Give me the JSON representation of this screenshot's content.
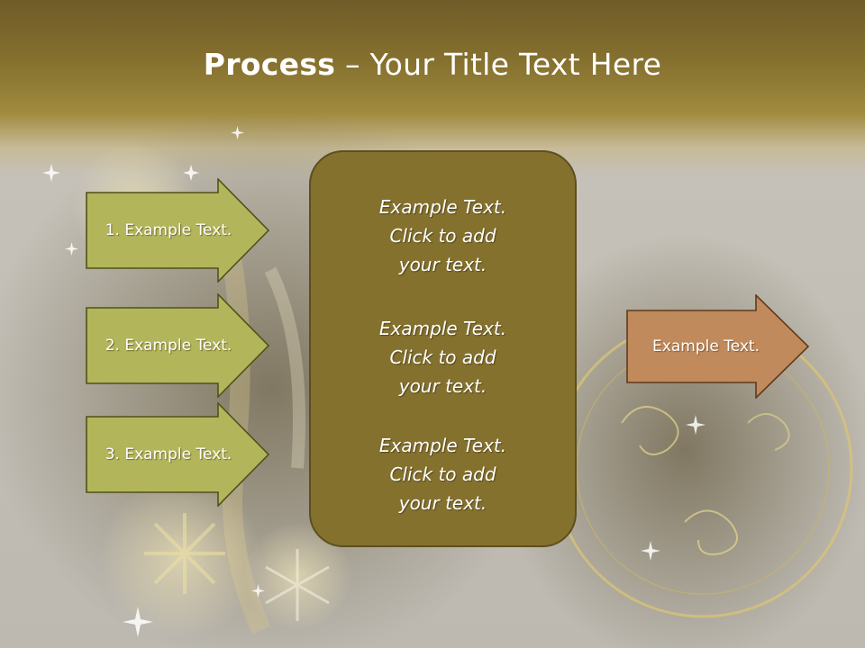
{
  "slide": {
    "title_bold": "Process",
    "title_rest": " – Your Title Text Here",
    "left_steps": [
      {
        "label": "1. Example Text."
      },
      {
        "label": "2. Example Text."
      },
      {
        "label": "3. Example Text."
      }
    ],
    "center_items": [
      {
        "line1": "Example Text.",
        "line2": "Click  to add",
        "line3": "your text."
      },
      {
        "line1": "Example Text.",
        "line2": "Click  to add",
        "line3": "your text."
      },
      {
        "line1": "Example Text.",
        "line2": "Click  to add",
        "line3": "your text."
      }
    ],
    "result": {
      "label": "Example Text."
    }
  },
  "colors": {
    "left_arrow_fill": "#b3b55a",
    "center_box_fill": "#84712e",
    "result_arrow_fill": "#c18a5c",
    "title_band": "#86712f"
  }
}
